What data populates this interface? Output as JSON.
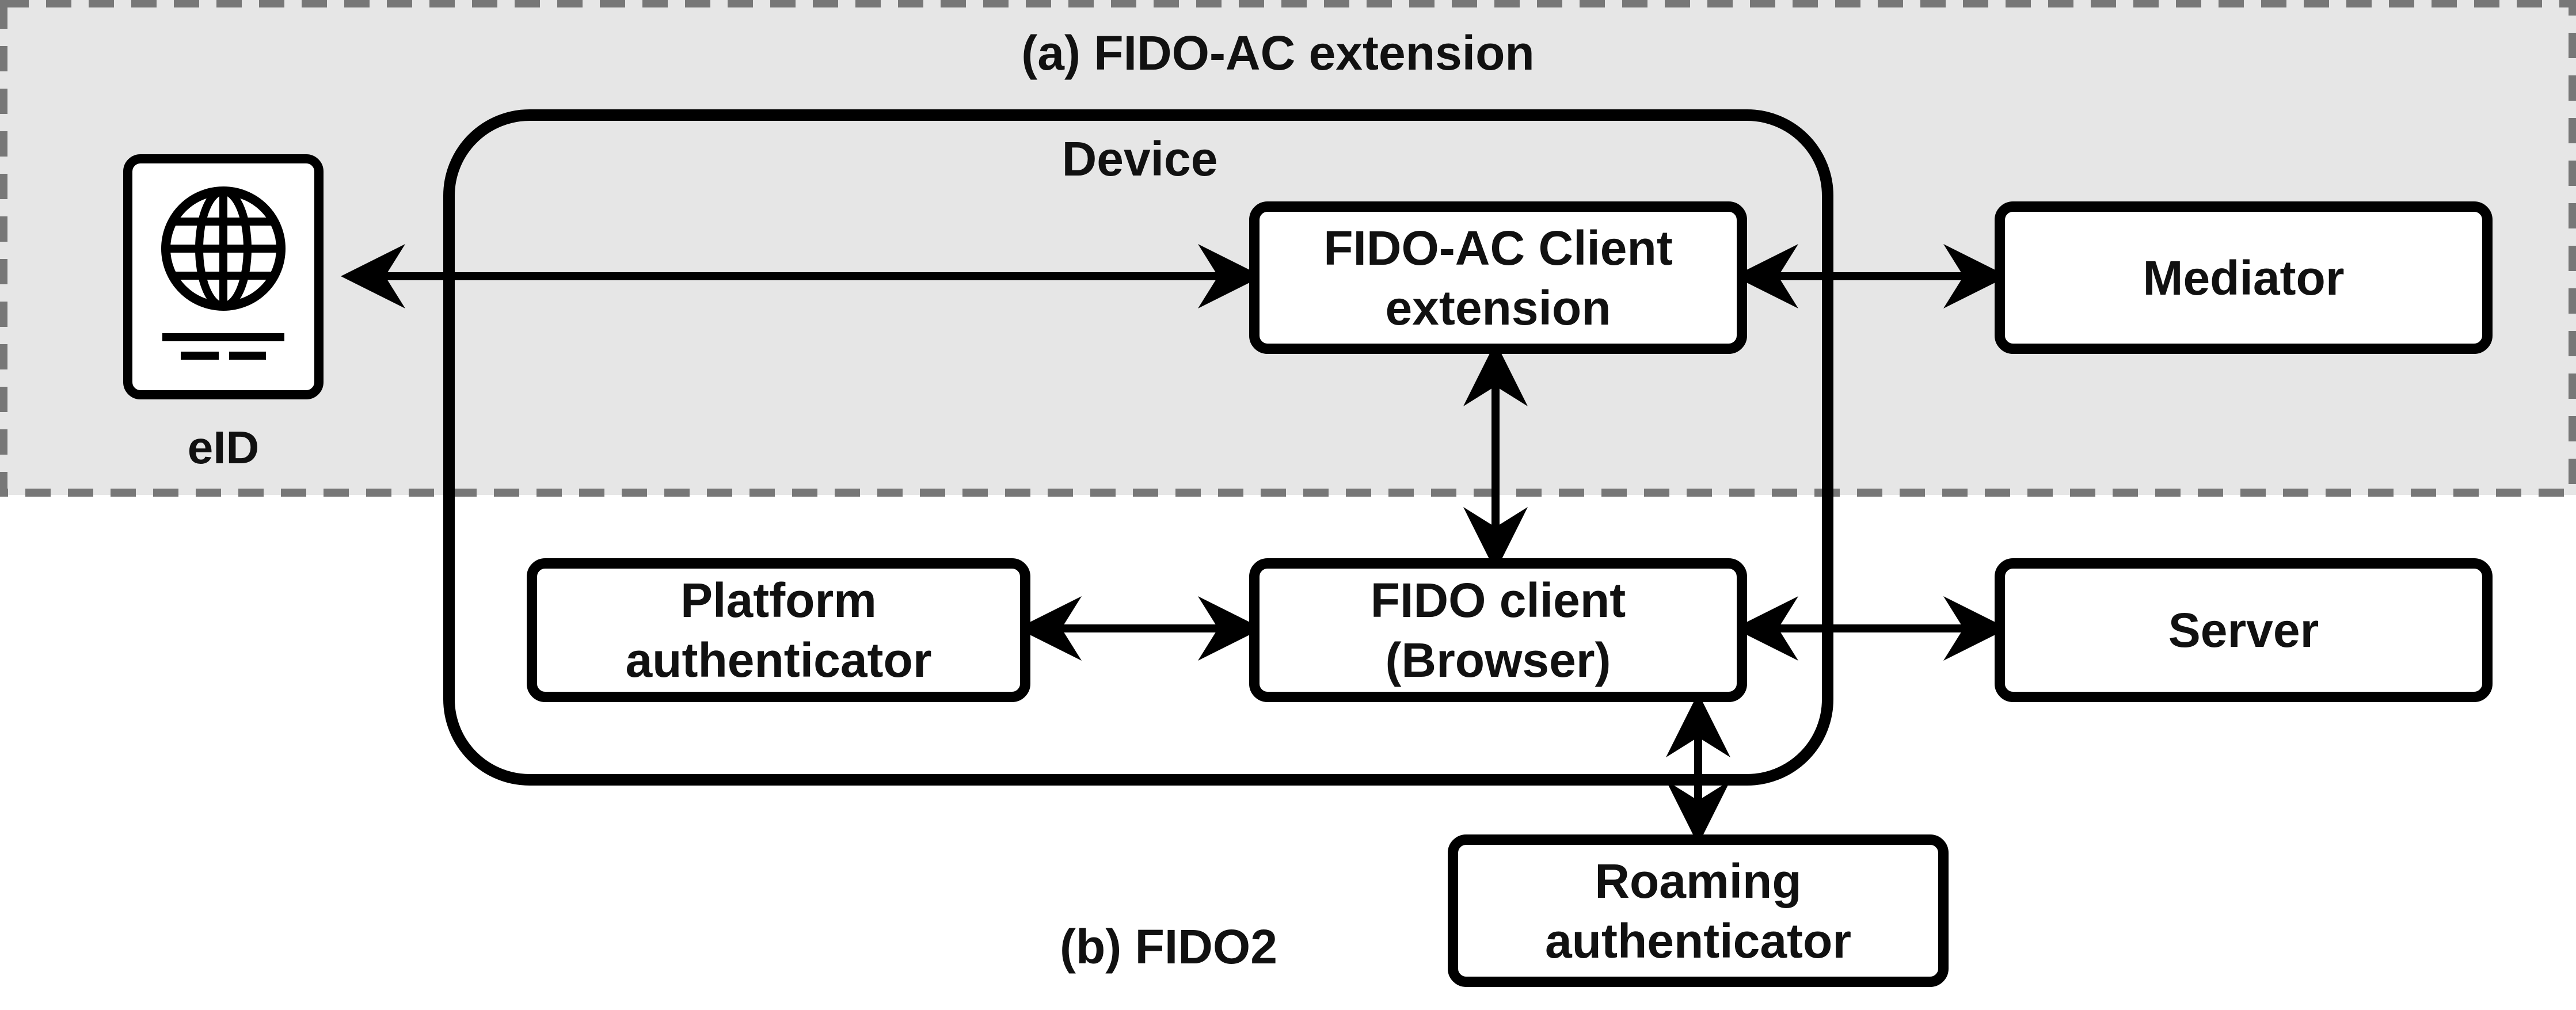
{
  "regions": {
    "extension_title": "(a) FIDO-AC extension",
    "fido2_title": "(b) FIDO2",
    "device_title": "Device"
  },
  "nodes": {
    "eid_label": "eID",
    "fido_ac_client": [
      "FIDO-AC Client",
      "extension"
    ],
    "mediator": "Mediator",
    "platform_authenticator": [
      "Platform",
      "authenticator"
    ],
    "fido_client": [
      "FIDO client",
      "(Browser)"
    ],
    "server": "Server",
    "roaming_authenticator": [
      "Roaming",
      "authenticator"
    ]
  },
  "icons": {
    "eid": "passport-globe-icon"
  },
  "colors": {
    "extension_region_fill": "#e6e6e6",
    "extension_region_border": "#777777",
    "stroke": "#000000"
  }
}
